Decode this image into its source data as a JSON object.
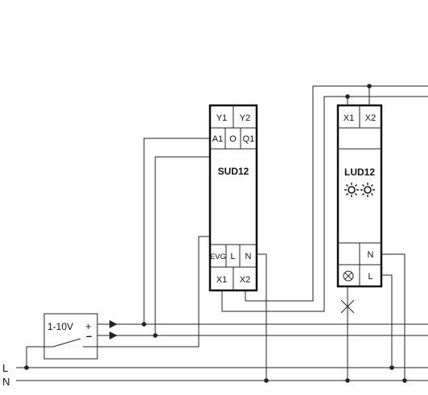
{
  "diagram": {
    "rails": {
      "live": "L",
      "neutral": "N"
    },
    "control_unit": {
      "label": "1-10V",
      "plus": "+",
      "minus": "–"
    },
    "sud12": {
      "name": "SUD12",
      "top_terminals": [
        "Y1",
        "Y2"
      ],
      "mid_terminals": [
        "A1",
        "O",
        "Q1"
      ],
      "bottom_upper": [
        "EVG",
        "L",
        "N"
      ],
      "bottom_lower": [
        "X1",
        "X2"
      ]
    },
    "lud12": {
      "name": "LUD12",
      "top_terminals": [
        "X1",
        "X2"
      ],
      "bottom_upper": "N",
      "bottom_lower": "L",
      "lamp_icon": "lamp-icon",
      "lamp_symbol": "⊗"
    }
  }
}
